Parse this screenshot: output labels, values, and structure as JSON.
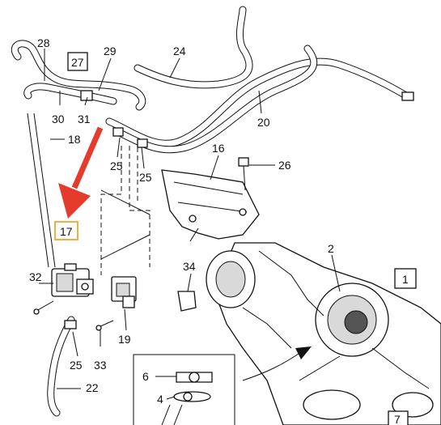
{
  "callouts": {
    "c28": "28",
    "c27": "27",
    "c29": "29",
    "c24": "24",
    "c30": "30",
    "c31": "31",
    "c20": "20",
    "c18": "18",
    "c16": "16",
    "c26": "26",
    "c25a": "25",
    "c25b": "25",
    "c17": "17",
    "c2": "2",
    "c34": "34",
    "c1": "1",
    "c32": "32",
    "c19": "19",
    "c33": "33",
    "c25c": "25",
    "c22": "22",
    "c6": "6",
    "c4": "4",
    "c7": "7"
  },
  "highlight": {
    "arrow_color": "#e53b2c",
    "box_color": "#f0a830",
    "target": "17"
  }
}
